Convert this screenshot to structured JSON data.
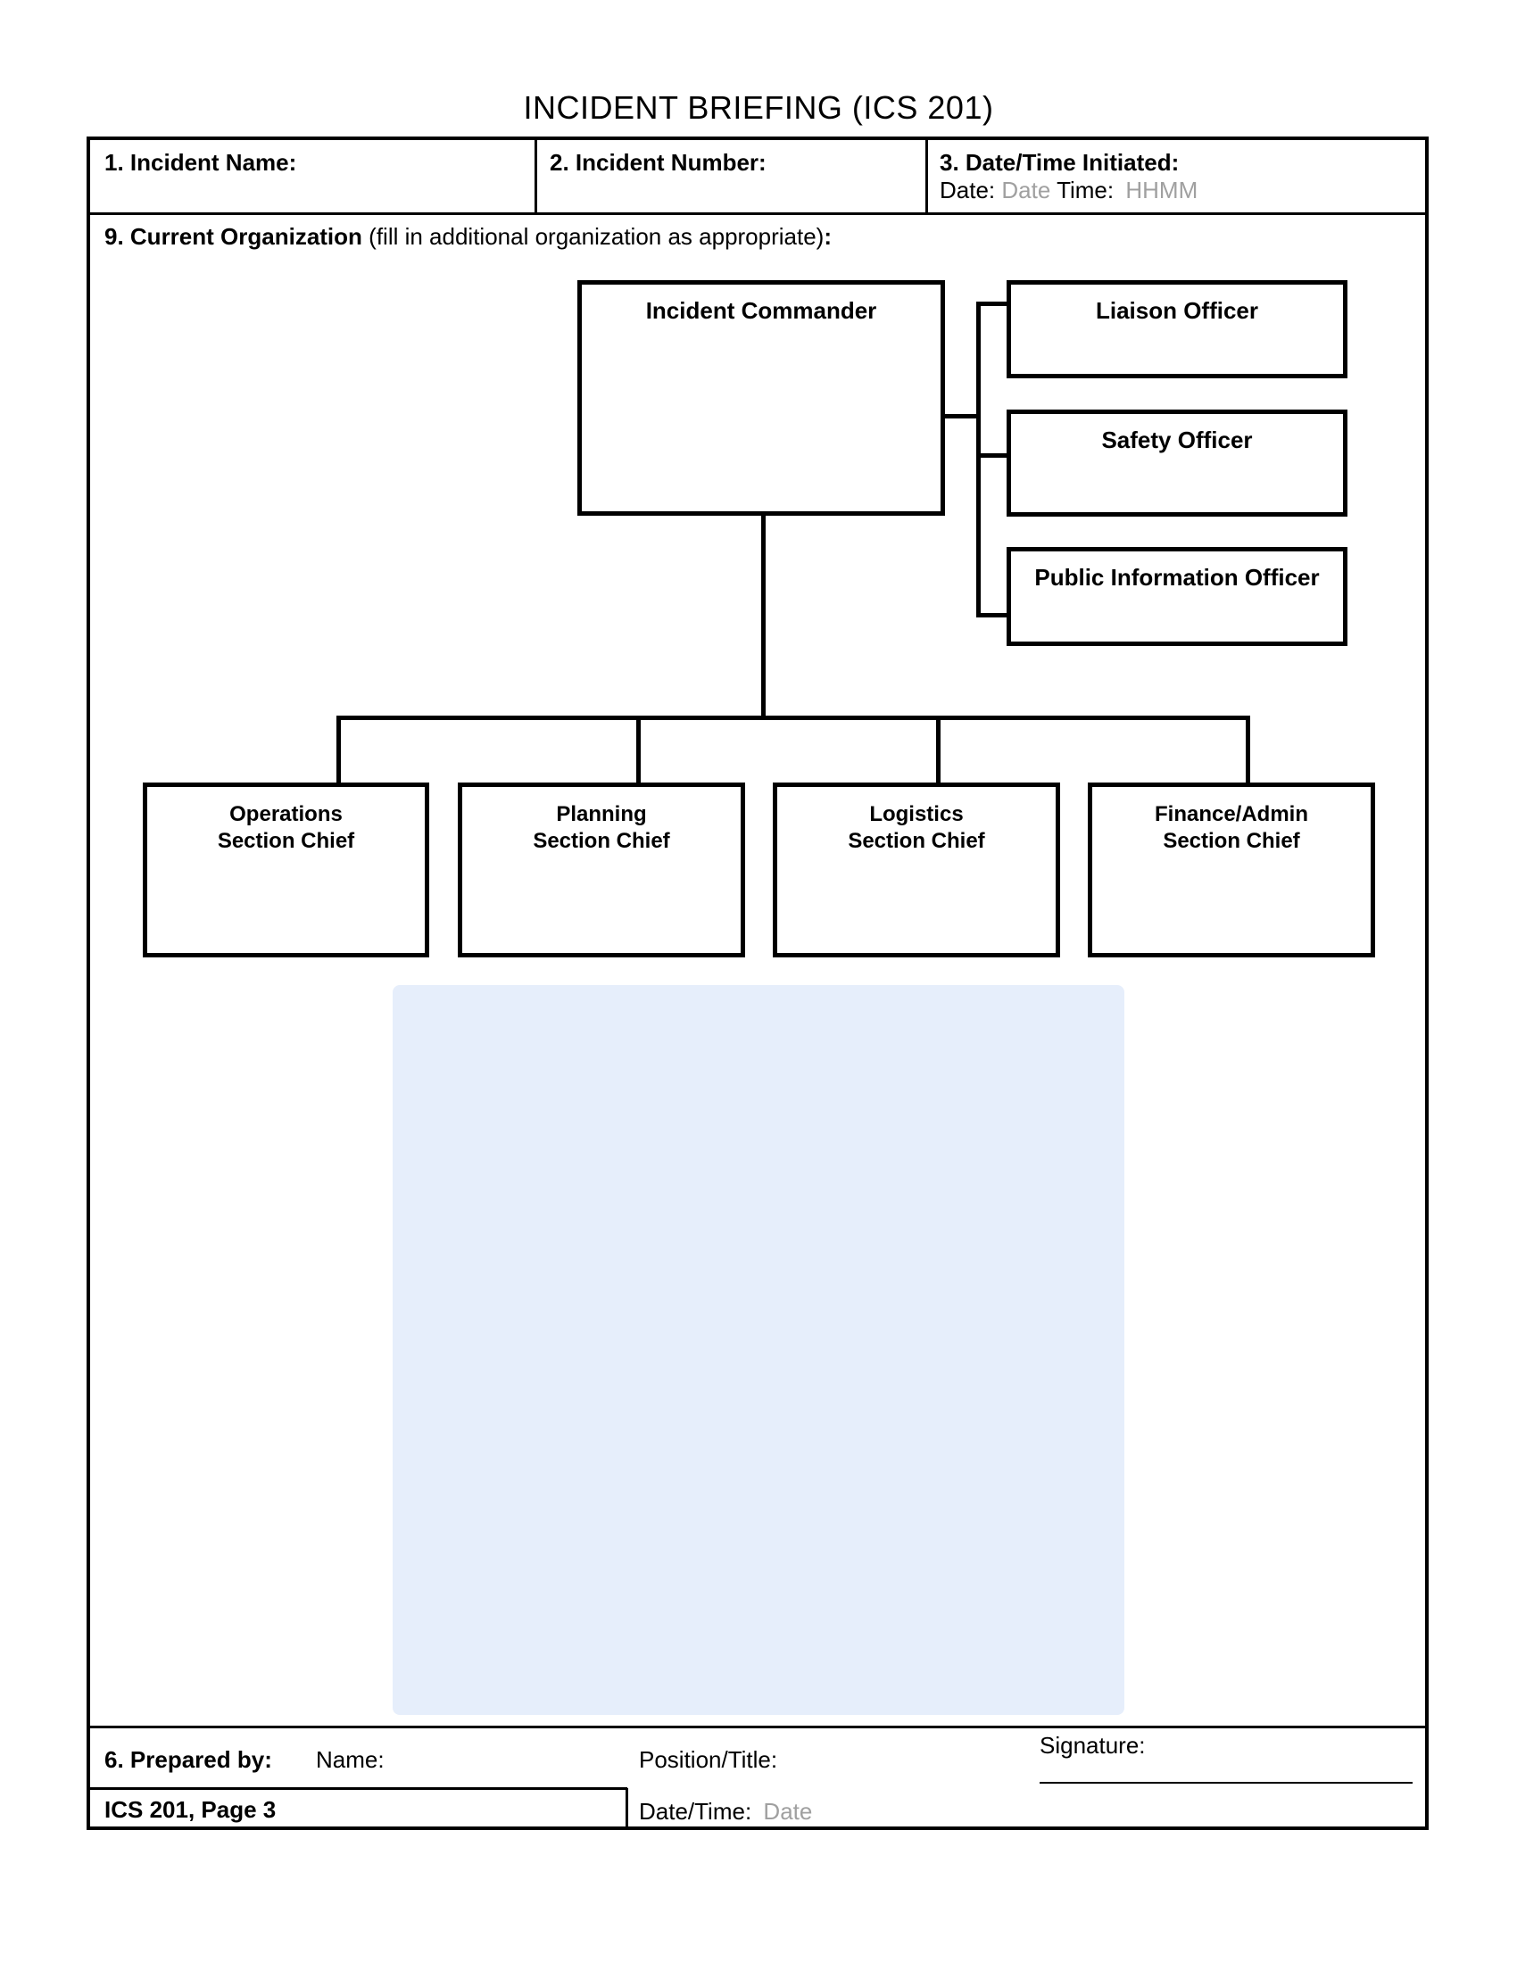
{
  "form_title": "INCIDENT BRIEFING (ICS 201)",
  "header": {
    "incident_name_label": "1. Incident Name:",
    "incident_number_label": "2. Incident Number:",
    "datetime_label": "3. Date/Time Initiated:",
    "date_label": "Date:",
    "date_placeholder": "Date",
    "time_label": "Time:",
    "time_placeholder": "HHMM"
  },
  "section9": {
    "label": "9. Current Organization",
    "note": "(fill in additional organization as appropriate)",
    "colon": ":"
  },
  "org_chart": {
    "commander": "Incident Commander",
    "staff": [
      "Liaison Officer",
      "Safety Officer",
      "Public Information Officer"
    ],
    "sections": [
      {
        "line1": "Operations",
        "line2": "Section Chief"
      },
      {
        "line1": "Planning",
        "line2": "Section Chief"
      },
      {
        "line1": "Logistics",
        "line2": "Section Chief"
      },
      {
        "line1": "Finance/Admin",
        "line2": "Section Chief"
      }
    ]
  },
  "footer": {
    "prepared_by_label": "6. Prepared by:",
    "name_label": "Name:",
    "position_label": "Position/Title:",
    "signature_label": "Signature:",
    "page_label": "ICS 201, Page 3",
    "datetime_label": "Date/Time:",
    "date_placeholder": "Date"
  },
  "colors": {
    "placeholder_text": "#a0a0a0",
    "fill_area": "#e6eefb"
  }
}
